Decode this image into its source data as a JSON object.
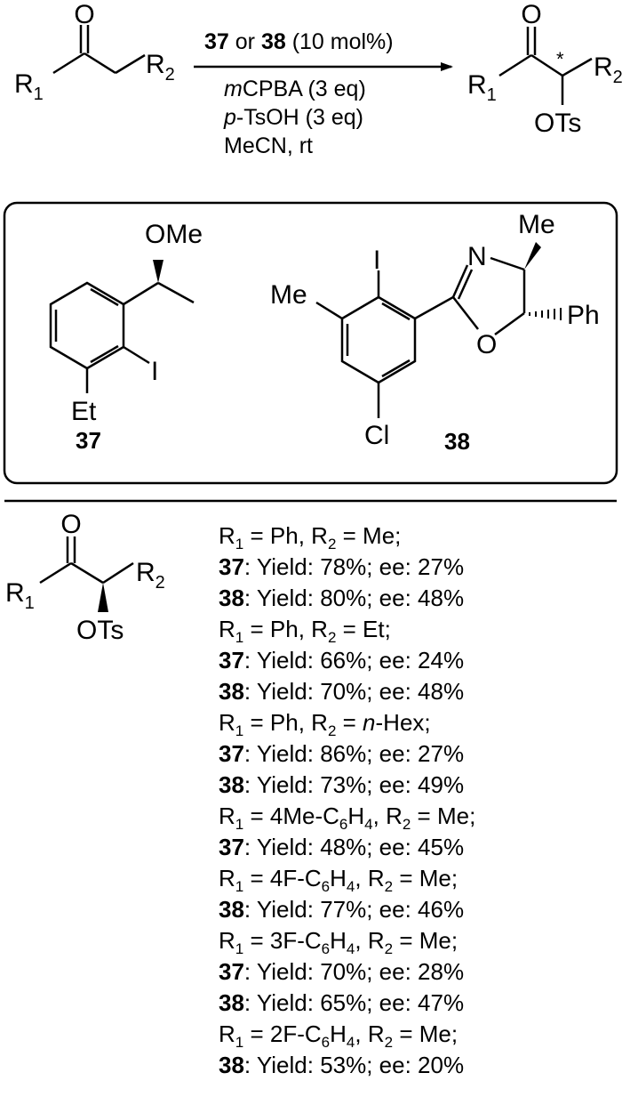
{
  "reaction": {
    "substrate": {
      "o": "O",
      "r1": "R",
      "r1_sub": "1",
      "r2": "R",
      "r2_sub": "2"
    },
    "product": {
      "o": "O",
      "r1": "R",
      "r1_sub": "1",
      "r2": "R",
      "r2_sub": "2",
      "star": "*",
      "ots": "OTs"
    },
    "conditions": {
      "line1_c1": "37",
      "line1_or": " or ",
      "line1_c2": "38",
      "line1_rest": " (10 mol%)",
      "line2_italic": "m",
      "line2_rest": "CPBA (3 eq)",
      "line3_italic": "p",
      "line3_rest": "-TsOH (3 eq)",
      "line4": "MeCN, rt"
    }
  },
  "catalysts": {
    "c37": {
      "number": "37",
      "ome": "OMe",
      "iodo": "I",
      "et": "Et"
    },
    "c38": {
      "number": "38",
      "iodo": "I",
      "me_ring": "Me",
      "n": "N",
      "o": "O",
      "me_ox": "Me",
      "ph": "Ph",
      "cl": "Cl"
    }
  },
  "product_general": {
    "o": "O",
    "r1": "R",
    "r1_sub": "1",
    "r2": "R",
    "r2_sub": "2",
    "ots": "OTs"
  },
  "results": [
    {
      "type": "sub",
      "r1": "Ph",
      "r2": "Me"
    },
    {
      "type": "res",
      "cat": "37",
      "yield": "78%",
      "ee": "27%"
    },
    {
      "type": "res",
      "cat": "38",
      "yield": "80%",
      "ee": "48%"
    },
    {
      "type": "sub",
      "r1": "Ph",
      "r2": "Et"
    },
    {
      "type": "res",
      "cat": "37",
      "yield": "66%",
      "ee": "24%"
    },
    {
      "type": "res",
      "cat": "38",
      "yield": "70%",
      "ee": "48%"
    },
    {
      "type": "sub",
      "r1": "Ph",
      "r2_italic": "n",
      "r2": "-Hex"
    },
    {
      "type": "res",
      "cat": "37",
      "yield": "86%",
      "ee": "27%"
    },
    {
      "type": "res",
      "cat": "38",
      "yield": "73%",
      "ee": "49%"
    },
    {
      "type": "sub",
      "r1": "4Me-C",
      "r1_s1": "6",
      "r1_mid": "H",
      "r1_s2": "4",
      "r2": "Me"
    },
    {
      "type": "res",
      "cat": "37",
      "yield": "48%",
      "ee": "45%"
    },
    {
      "type": "sub",
      "r1": "4F-C",
      "r1_s1": "6",
      "r1_mid": "H",
      "r1_s2": "4",
      "r2": "Me"
    },
    {
      "type": "res",
      "cat": "38",
      "yield": "77%",
      "ee": "46%"
    },
    {
      "type": "sub",
      "r1": "3F-C",
      "r1_s1": "6",
      "r1_mid": "H",
      "r1_s2": "4",
      "r2": "Me"
    },
    {
      "type": "res",
      "cat": "37",
      "yield": "70%",
      "ee": "28%"
    },
    {
      "type": "res",
      "cat": "38",
      "yield": "65%",
      "ee": "47%"
    },
    {
      "type": "sub",
      "r1": "2F-C",
      "r1_s1": "6",
      "r1_mid": "H",
      "r1_s2": "4",
      "r2": "Me"
    },
    {
      "type": "res",
      "cat": "38",
      "yield": "53%",
      "ee": "20%"
    }
  ],
  "labels": {
    "R": "R",
    "one": "1",
    "two": "2",
    "eq": " = ",
    "comma": ", ",
    "semi": ";",
    "colon": ": ",
    "yield": "Yield: ",
    "ee": "; ee: "
  }
}
